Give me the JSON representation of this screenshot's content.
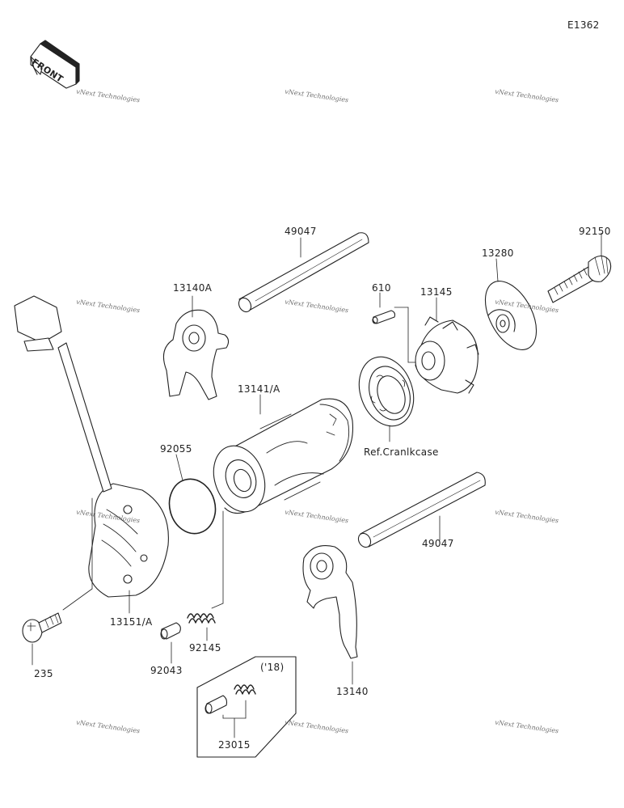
{
  "page_code": "E1362",
  "front_label": "FRONT",
  "parts": {
    "shaft_top": "49047",
    "bolt": "92150",
    "plate": "13280",
    "fork_upper": "13140A",
    "pin": "610",
    "cam_gear": "13145",
    "drum": "13141/A",
    "crankcase_ref": "Ref.Cranlkcase",
    "o_ring": "92055",
    "shaft_lower": "49047",
    "holder": "13151/A",
    "screw": "235",
    "spring": "92145",
    "pin_small": "92043",
    "fork_lower": "13140",
    "year_note": "('18)",
    "kit": "23015"
  },
  "watermark": "vNext Technologies",
  "colors": {
    "line": "#222222",
    "background": "#ffffff"
  }
}
